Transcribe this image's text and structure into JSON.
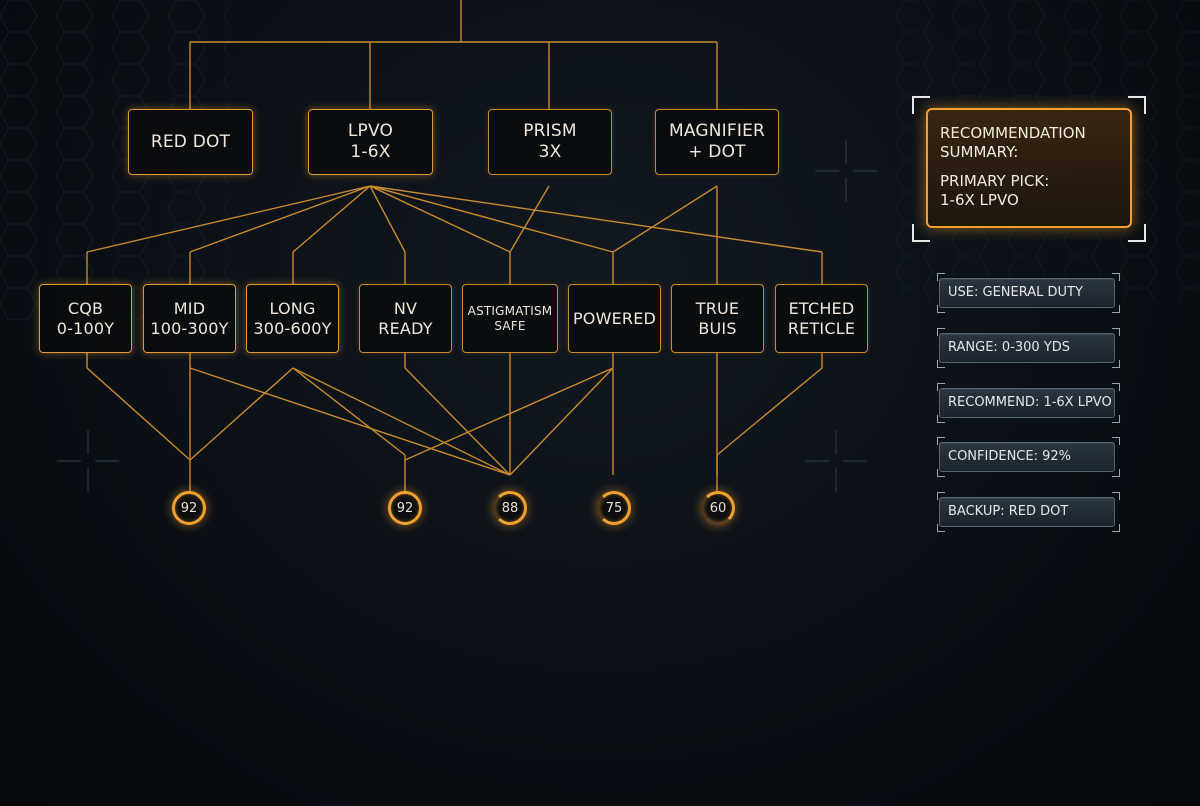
{
  "tree": {
    "optics": [
      {
        "id": "red-dot",
        "lines": [
          "RED DOT"
        ]
      },
      {
        "id": "lpvo",
        "lines": [
          "LPVO",
          "1-6X"
        ]
      },
      {
        "id": "prism",
        "lines": [
          "PRISM",
          "3X"
        ]
      },
      {
        "id": "magnifier",
        "lines": [
          "MAGNIFIER",
          "+ DOT"
        ]
      }
    ],
    "criteria": [
      {
        "id": "cqb",
        "lines": [
          "CQB",
          "0-100Y"
        ]
      },
      {
        "id": "mid",
        "lines": [
          "MID",
          "100-300Y"
        ]
      },
      {
        "id": "long",
        "lines": [
          "LONG",
          "300-600Y"
        ]
      },
      {
        "id": "nv",
        "lines": [
          "NV",
          "READY"
        ]
      },
      {
        "id": "astig",
        "lines": [
          "ASTIGMATISM",
          "SAFE"
        ]
      },
      {
        "id": "powered",
        "lines": [
          "POWERED"
        ]
      },
      {
        "id": "buis",
        "lines": [
          "TRUE",
          "BUIS"
        ]
      },
      {
        "id": "etched",
        "lines": [
          "ETCHED",
          "RETICLE"
        ]
      }
    ],
    "scores": [
      "92",
      "92",
      "88",
      "75",
      "60"
    ]
  },
  "summary": {
    "line1": "RECOMMENDATION",
    "line2": "SUMMARY:",
    "line3": "PRIMARY PICK:",
    "line4": "1-6X LPVO"
  },
  "info": [
    "USE: GENERAL DUTY",
    "RANGE: 0-300 YDS",
    "RECOMMEND: 1-6X LPVO",
    "CONFIDENCE: 92%",
    "BACKUP: RED DOT"
  ],
  "colors": {
    "accent": "#f0a030",
    "line": "#c98a2e",
    "background": "#0b1016"
  }
}
